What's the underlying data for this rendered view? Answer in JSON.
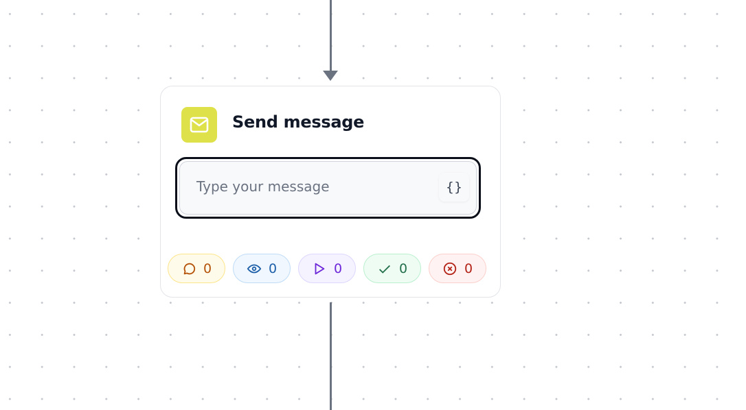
{
  "node": {
    "title": "Send message",
    "icon": "mail-icon",
    "icon_bg": "#dfe14a",
    "input": {
      "placeholder": "Type your message",
      "variable_button": "{}"
    },
    "stats": [
      {
        "name": "replies",
        "icon": "chat-bubble-icon",
        "count": "0",
        "color": "#b45309",
        "bg": "#fffbea",
        "border": "#fde58a"
      },
      {
        "name": "views",
        "icon": "eye-icon",
        "count": "0",
        "color": "#1d5fa8",
        "bg": "#f0f7ff",
        "border": "#bfdcf7"
      },
      {
        "name": "started",
        "icon": "play-icon",
        "count": "0",
        "color": "#6d28d9",
        "bg": "#f5f3ff",
        "border": "#ddd6fe"
      },
      {
        "name": "delivered",
        "icon": "check-icon",
        "count": "0",
        "color": "#23704b",
        "bg": "#effcf4",
        "border": "#bbf0cf"
      },
      {
        "name": "failed",
        "icon": "x-circle-icon",
        "count": "0",
        "color": "#b42318",
        "bg": "#fef3f2",
        "border": "#fbd0cc"
      }
    ]
  }
}
